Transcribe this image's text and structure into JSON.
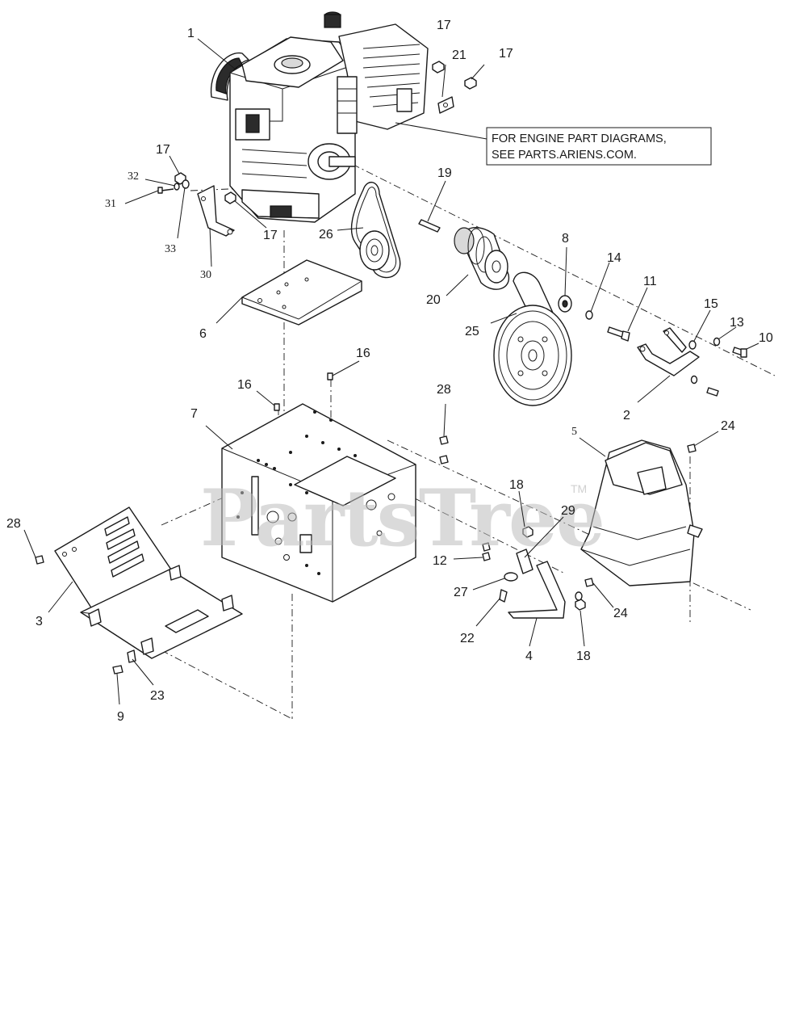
{
  "note": {
    "line1": "FOR ENGINE PART DIAGRAMS,",
    "line2": "SEE PARTS.ARIENS.COM."
  },
  "watermark": {
    "text": "PartsTree",
    "tm": "TM"
  },
  "callouts": {
    "c1": "1",
    "c2": "2",
    "c3": "3",
    "c4": "4",
    "c5": "5",
    "c6": "6",
    "c7": "7",
    "c8": "8",
    "c9": "9",
    "c10": "10",
    "c11": "11",
    "c12": "12",
    "c13": "13",
    "c14": "14",
    "c15": "15",
    "c16a": "16",
    "c16b": "16",
    "c17a": "17",
    "c17b": "17",
    "c17c": "17",
    "c17d": "17",
    "c18a": "18",
    "c18b": "18",
    "c19": "19",
    "c20": "20",
    "c21": "21",
    "c22": "22",
    "c23": "23",
    "c24a": "24",
    "c24b": "24",
    "c25": "25",
    "c26": "26",
    "c27": "27",
    "c28a": "28",
    "c28b": "28",
    "c29": "29",
    "c30": "30",
    "c31": "31",
    "c32": "32",
    "c33": "33"
  },
  "colors": {
    "line": "#1a1a1a",
    "watermark": "#bdbdbd",
    "background": "#ffffff"
  }
}
